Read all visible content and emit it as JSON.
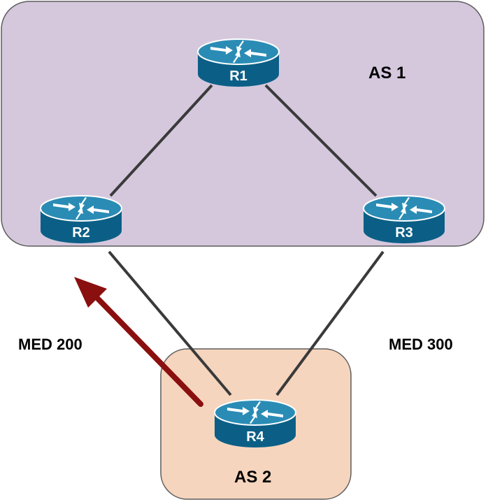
{
  "colors": {
    "as1_fill": "#d5c8dd",
    "as2_fill": "#f6d5be",
    "area_stroke": "#5c5c5c",
    "link": "#3a3a3a",
    "router_top": "#2a8cb5",
    "router_body": "#0b5f86",
    "router_rim": "#ffffff",
    "arrow": "#8a0f0f"
  },
  "areas": {
    "as1": "AS 1",
    "as2": "AS 2"
  },
  "routers": {
    "r1": "R1",
    "r2": "R2",
    "r3": "R3",
    "r4": "R4"
  },
  "labels": {
    "med_left": "MED 200",
    "med_right": "MED 300"
  },
  "icons": {
    "router": "router-icon",
    "arrow": "traffic-direction-arrow"
  }
}
